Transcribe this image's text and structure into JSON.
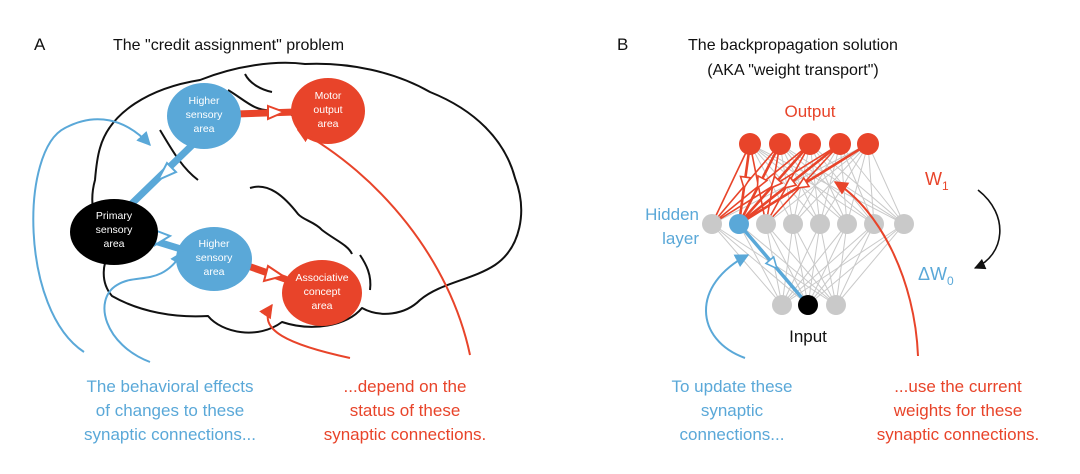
{
  "colors": {
    "blue": "#5aa8d8",
    "red": "#e8442a",
    "black": "#000000",
    "gray": "#c9c9c9"
  },
  "panel_a": {
    "letter": "A",
    "title": "The \"credit assignment\" problem",
    "nodes": {
      "primary": [
        "Primary",
        "sensory",
        "area"
      ],
      "higher_top": [
        "Higher",
        "sensory",
        "area"
      ],
      "higher_bottom": [
        "Higher",
        "sensory",
        "area"
      ],
      "motor": [
        "Motor",
        "output",
        "area"
      ],
      "associative": [
        "Associative",
        "concept",
        "area"
      ]
    },
    "caption_blue": [
      "The behavioral effects",
      "of changes to these",
      "synaptic connections..."
    ],
    "caption_red": [
      "...depend on the",
      "status of these",
      "synaptic connections."
    ]
  },
  "panel_b": {
    "letter": "B",
    "title": [
      "The backpropagation solution",
      "(AKA \"weight transport\")"
    ],
    "output_label": "Output",
    "hidden_label": [
      "Hidden",
      "layer"
    ],
    "input_label": "Input",
    "w1_main": "W",
    "w1_sub": "1",
    "dw0_main": "ΔW",
    "dw0_sub": "0",
    "caption_blue": [
      "To update these",
      "synaptic",
      "connections..."
    ],
    "caption_red": [
      "...use the current",
      "weights for these",
      "synaptic connections."
    ]
  }
}
